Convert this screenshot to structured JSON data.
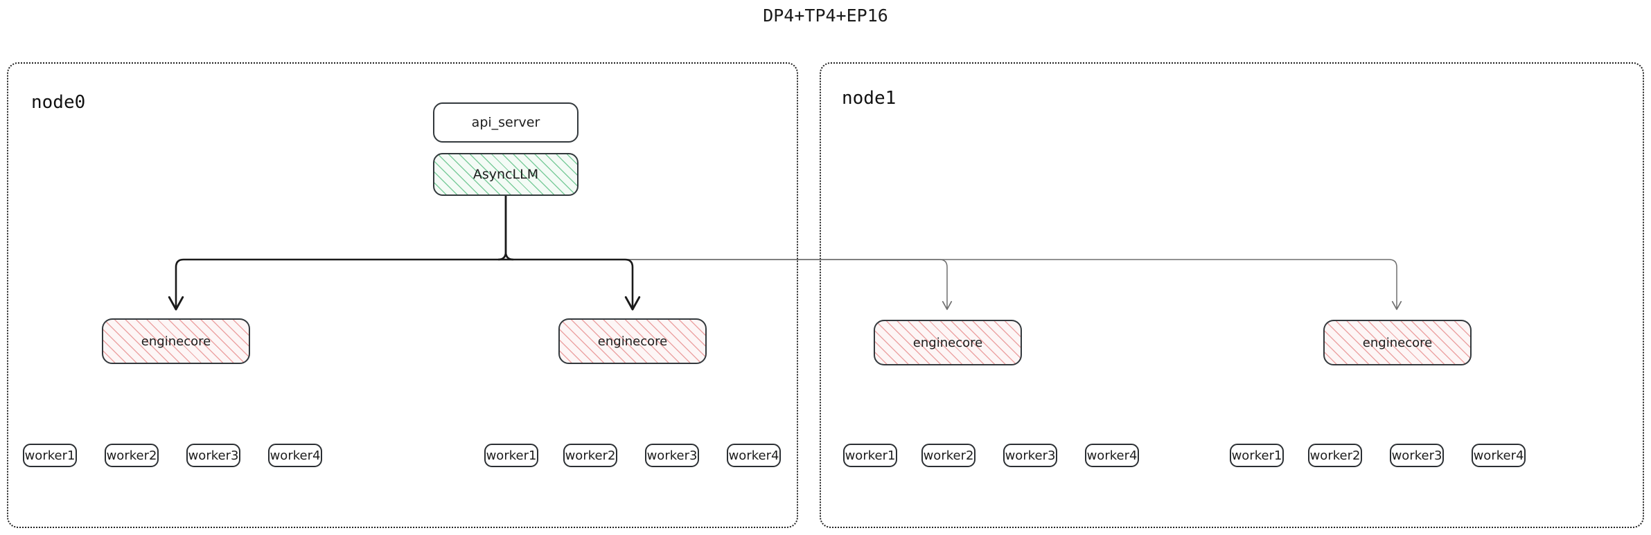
{
  "title": "DP4+TP4+EP16",
  "colors": {
    "background": "#ffffff",
    "text": "#1c1c1c",
    "node_border": "#1f1f1f",
    "shape_border": "#33393d",
    "asyncllm_fill": "#f4fbf6",
    "asyncllm_hatch": "#68c48c",
    "enginecore_fill": "#fdf6f6",
    "enginecore_hatch": "#e99696",
    "edge_strong": "#1a1a1a",
    "edge_weak": "#6f6f6f"
  },
  "nodes": [
    {
      "id": "node0",
      "label": "node0",
      "engine_groups": [
        {
          "enginecore_label": "enginecore",
          "workers": [
            "worker1",
            "worker2",
            "worker3",
            "worker4"
          ]
        },
        {
          "enginecore_label": "enginecore",
          "workers": [
            "worker1",
            "worker2",
            "worker3",
            "worker4"
          ]
        }
      ]
    },
    {
      "id": "node1",
      "label": "node1",
      "engine_groups": [
        {
          "enginecore_label": "enginecore",
          "workers": [
            "worker1",
            "worker2",
            "worker3",
            "worker4"
          ]
        },
        {
          "enginecore_label": "enginecore",
          "workers": [
            "worker1",
            "worker2",
            "worker3",
            "worker4"
          ]
        }
      ]
    }
  ],
  "frontend": {
    "api_server_label": "api_server",
    "asyncllm_label": "AsyncLLM"
  }
}
